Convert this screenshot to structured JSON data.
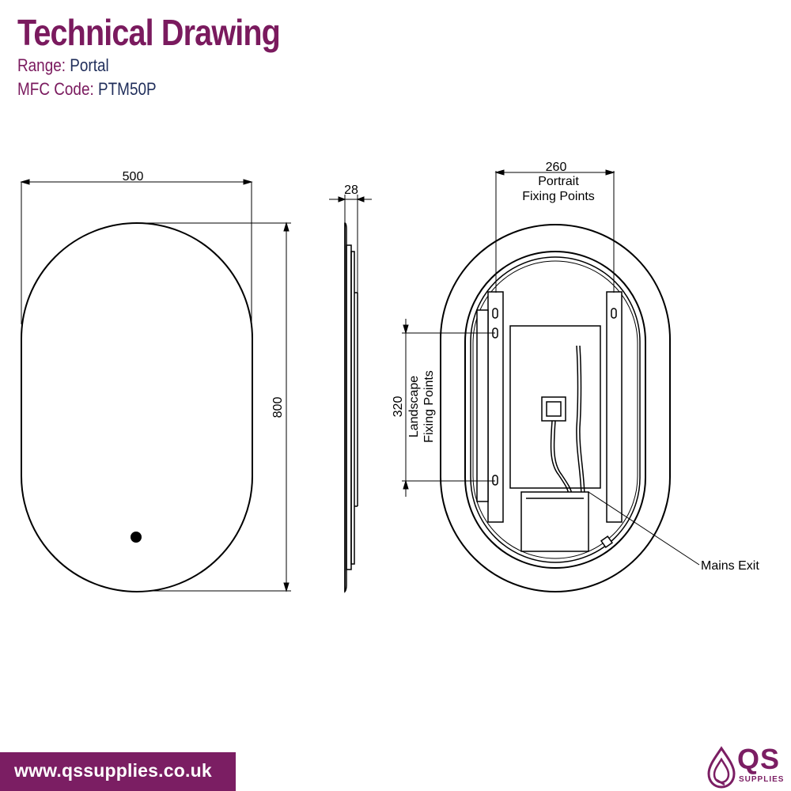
{
  "header": {
    "title": "Technical Drawing",
    "range_label": "Range:",
    "range_value": "Portal",
    "mfc_label": "MFC Code:",
    "mfc_value": "PTM50P"
  },
  "front_view": {
    "width": "500",
    "height": "800"
  },
  "side_view": {
    "depth": "28"
  },
  "rear_view": {
    "portrait_spacing": "260",
    "portrait_label_1": "Portrait",
    "portrait_label_2": "Fixing Points",
    "landscape_spacing": "320",
    "landscape_label_1": "Landscape",
    "landscape_label_2": "Fixing Points",
    "mains_exit_label": "Mains Exit"
  },
  "footer": {
    "website": "www.qssupplies.co.uk"
  },
  "logo": {
    "text": "QS",
    "subtext": "SUPPLIES"
  },
  "colors": {
    "brand": "#7b1e63",
    "navy": "#1f2d5a",
    "line": "#000000"
  }
}
